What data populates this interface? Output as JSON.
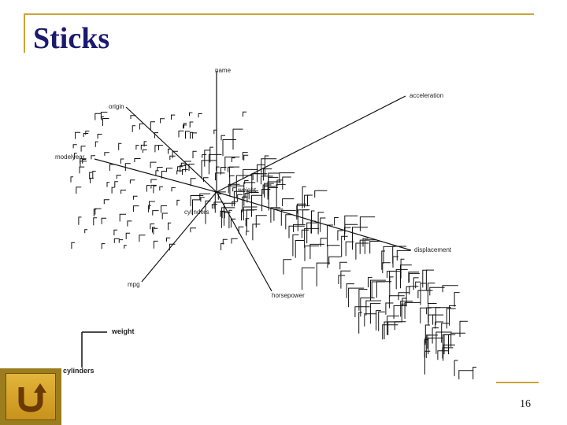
{
  "slide": {
    "title": "Sticks",
    "page_number": "16"
  },
  "figure": {
    "axes": [
      "name",
      "acceleration",
      "displacement",
      "horsepower",
      "mpg",
      "modelyear",
      "origin",
      "weight",
      "cylinders"
    ],
    "legend": {
      "vertical_label": "weight",
      "horizontal_label": "cylinders"
    }
  },
  "nav": {
    "return_icon": "u-turn-arrow-icon"
  },
  "colors": {
    "frame": "#c8a536",
    "title": "#1a1a6e",
    "button": "#c8921c"
  }
}
